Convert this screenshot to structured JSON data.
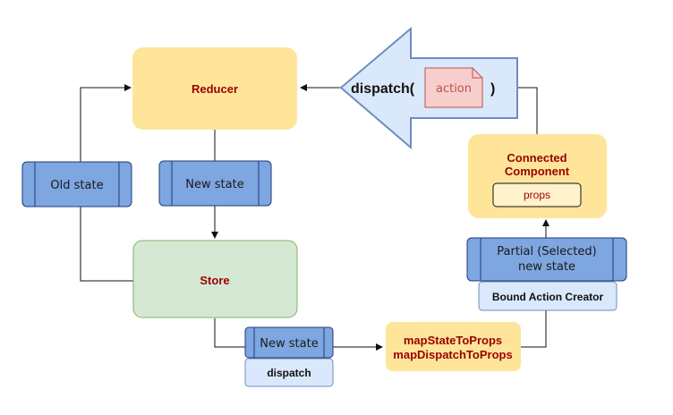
{
  "nodes": {
    "reducer": "Reducer",
    "store": "Store",
    "old_state": "Old state",
    "new_state_top": "New state",
    "new_state_bottom": "New state",
    "dispatch_label": "dispatch",
    "map_state": "mapStateToProps",
    "map_dispatch": "mapDispatchToProps",
    "partial_state_line1": "Partial (Selected)",
    "partial_state_line2": "new state",
    "bound_action_creator": "Bound Action Creator",
    "connected_line1": "Connected",
    "connected_line2": "Component",
    "props": "props",
    "dispatch_call_open": "dispatch(",
    "dispatch_call_close": ")",
    "action": "action"
  },
  "colors": {
    "yellow_fill": "#ffe599",
    "yellow_soft": "#fff2cc",
    "green_fill": "#d5e8d4",
    "green_stroke": "#82b366",
    "blue_fill": "#7ea6e0",
    "blue_stroke": "#1f3a78",
    "lightblue_fill": "#dae8fc",
    "lightblue_stroke": "#6c8ebf",
    "pink_fill": "#f8cecc",
    "pink_stroke": "#b85450",
    "dark_red_text": "#990000"
  }
}
